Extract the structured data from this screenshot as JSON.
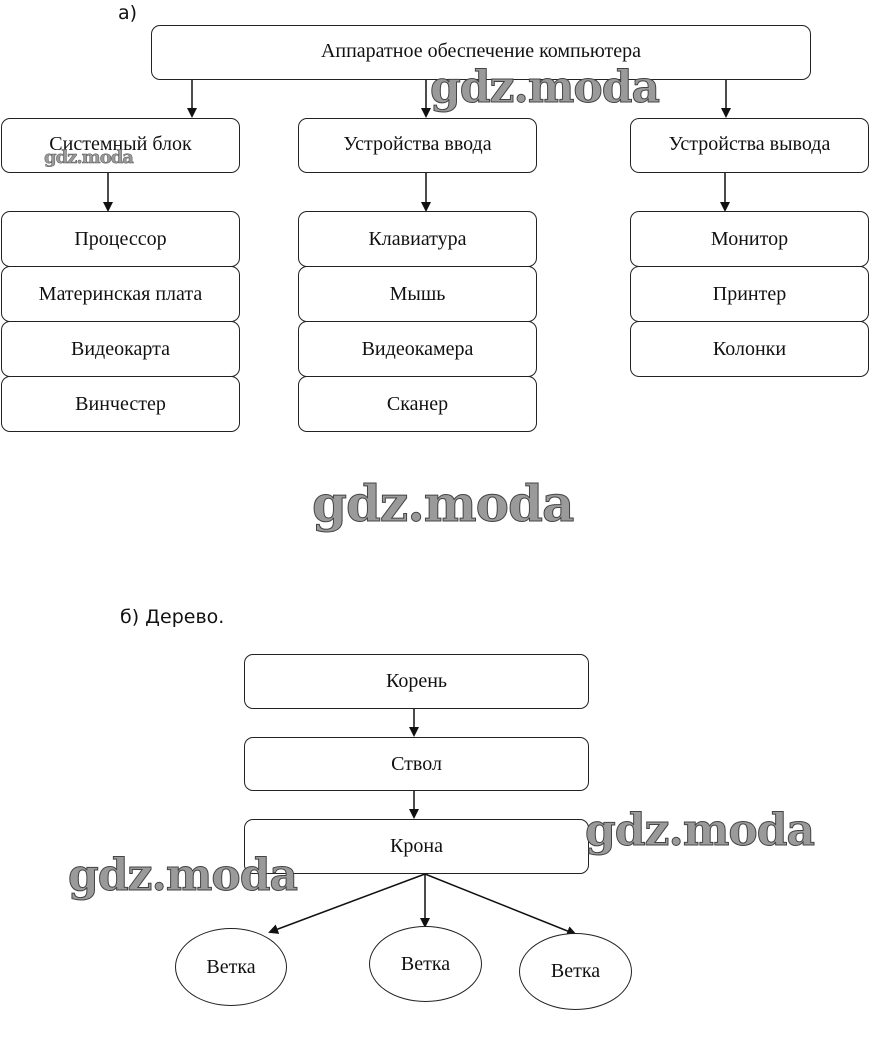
{
  "section_a": {
    "label": "а)",
    "root": "Аппаратное обеспечение компьютера",
    "groups": [
      {
        "title": "Системный блок",
        "items": [
          "Процессор",
          "Материнская плата",
          "Видеокарта",
          "Винчестер"
        ]
      },
      {
        "title": "Устройства ввода",
        "items": [
          "Клавиатура",
          "Мышь",
          "Видеокамера",
          "Сканер"
        ]
      },
      {
        "title": "Устройства вывода",
        "items": [
          "Монитор",
          "Принтер",
          "Колонки"
        ]
      }
    ]
  },
  "section_b": {
    "label": "б) Дерево.",
    "chain": [
      "Корень",
      "Ствол",
      "Крона"
    ],
    "branches": [
      "Ветка",
      "Ветка",
      "Ветка"
    ]
  },
  "watermark": "gdz.moda"
}
